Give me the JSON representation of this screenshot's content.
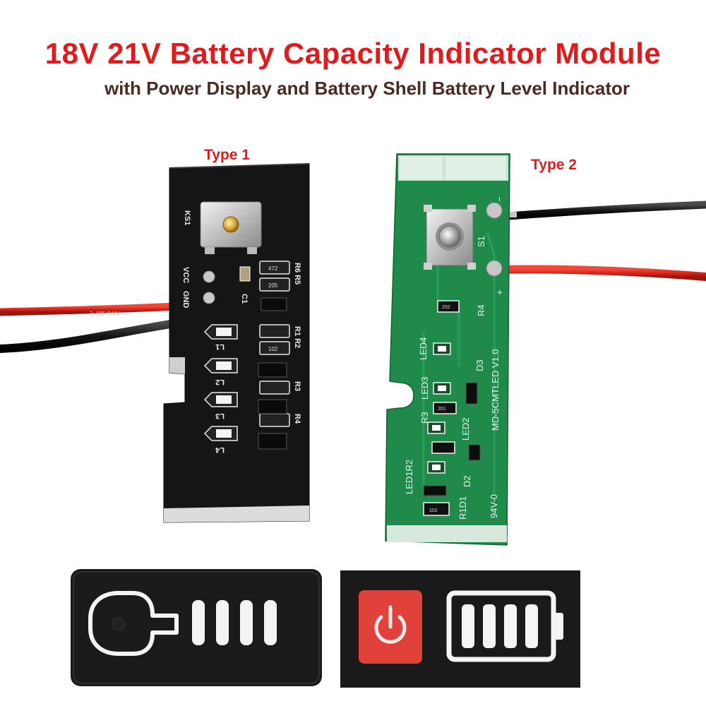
{
  "header": {
    "title": "18V 21V Battery Capacity Indicator Module",
    "subtitle": "with Power Display and Battery Shell Battery Level Indicator"
  },
  "type1": {
    "label": "Type 1",
    "silk": {
      "ks1": "KS1",
      "vcc": "VCC",
      "gnd": "GND",
      "c1": "C1",
      "r6r5": "R6 R5",
      "r1r2": "R1 R2",
      "r3": "R3",
      "r4": "R4",
      "l1": "L1",
      "l2": "L2",
      "l3": "L3",
      "l4": "L4",
      "v472": "472",
      "v205": "205",
      "v102": "102",
      "wire_print": "AWG 180°C"
    }
  },
  "type2": {
    "label": "Type 2",
    "silk": {
      "s1": "S1",
      "minus": "−",
      "plus": "+",
      "r4": "R4",
      "led4": "LED4",
      "led3": "LED3",
      "d3": "D3",
      "model": "MD-5CMTLED V1.0",
      "r3": "R3",
      "led2": "LED2",
      "led1r2": "LED1R2",
      "d2": "D2",
      "r1d1": "R1D1",
      "ul": "94V-0",
      "v202": "202",
      "v201": "201",
      "v102": "102"
    }
  },
  "colors": {
    "title": "#e11b1b",
    "subtitle": "#4a2a22",
    "type_label": "#e11b1b",
    "pcb_black": "#141414",
    "pcb_green": "#1f8a4a",
    "wire_red": "#d9261c",
    "wire_black": "#111111",
    "panel_black": "#1b1b1b",
    "power_button": "#e0413a"
  },
  "indicators": {
    "type1_bars": 4,
    "type2_bars": 4
  }
}
